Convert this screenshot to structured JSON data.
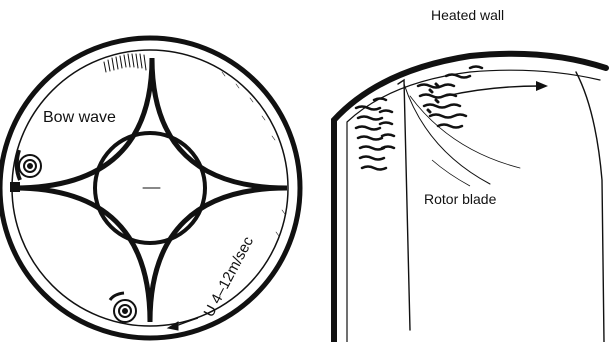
{
  "labels": {
    "bow_wave": "Bow wave",
    "velocity": "U  4–12m/sec",
    "heated_wall": "Heated wall",
    "rotor_blade": "Rotor blade"
  },
  "colors": {
    "ink": "#111111",
    "background": "#ffffff"
  }
}
